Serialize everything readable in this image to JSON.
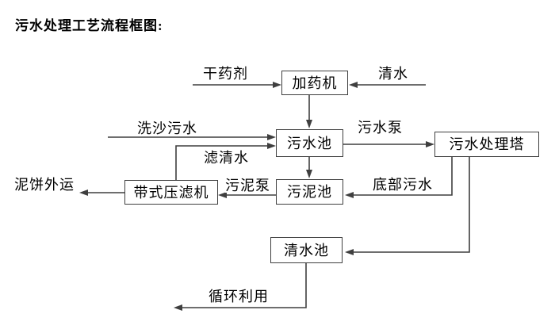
{
  "title": "污水处理工艺流程框图:",
  "diagram": {
    "type": "flowchart",
    "nodes": {
      "dosing_machine": "加药机",
      "sewage_pool": "污水池",
      "sewage_treatment_tower": "污水处理塔",
      "sludge_pool": "污泥池",
      "belt_filter_press": "带式压滤机",
      "clear_water_pool": "清水池"
    },
    "edges": {
      "dry_agent": "干药剂",
      "clear_water": "清水",
      "sand_washing_sewage": "洗沙污水",
      "sewage_pump": "污水泵",
      "filtered_water": "滤清水",
      "sludge_pump": "污泥泵",
      "bottom_sewage": "底部污水",
      "mud_cake_out": "泥饼外运",
      "recycle_use": "循环利用"
    },
    "flows": [
      "干药剂 → 加药机",
      "清水 → 加药机",
      "加药机 → 污水池",
      "洗沙污水 → 污水池",
      "带式压滤机 →(滤清水) 污水池",
      "污水池 →(污水泵) 污水处理塔",
      "污水池 → 污泥池",
      "污水处理塔 →(底部污水) 污泥池",
      "污泥池 →(污泥泵) 带式压滤机",
      "带式压滤机 → 泥饼外运",
      "污水处理塔 → 清水池",
      "清水池 → 循环利用"
    ],
    "colors": {
      "line": "#3f3f3f",
      "text": "#000000",
      "background": "#ffffff"
    }
  }
}
